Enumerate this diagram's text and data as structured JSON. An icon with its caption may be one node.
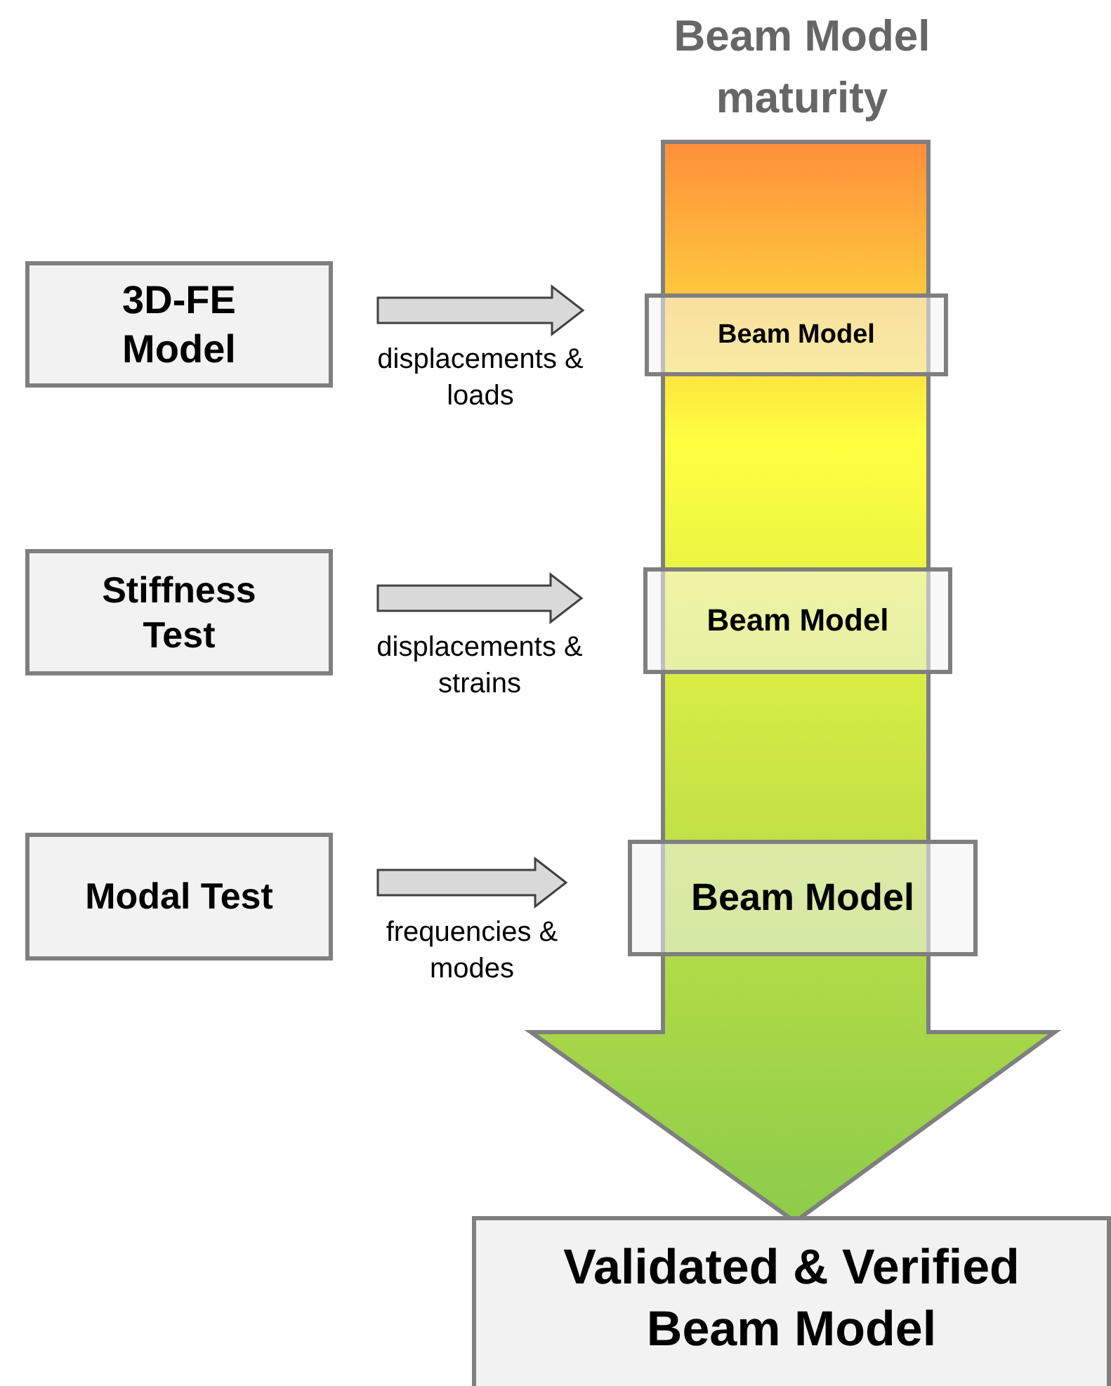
{
  "diagram": {
    "title": "Beam Model maturity",
    "nodes": [
      {
        "text": [
          "3D-FE Model"
        ]
      },
      {
        "text": [
          "Stiffness Test"
        ]
      },
      {
        "text": [
          "Modal Test"
        ]
      },
      {
        "text": [
          "Beam Model"
        ]
      },
      {
        "text": [
          "Beam Model"
        ]
      },
      {
        "text": [
          "Beam Model"
        ]
      },
      {
        "text": [
          "Validated & Verified Beam Model"
        ]
      }
    ],
    "edges": [
      {
        "from": 0,
        "to": 3,
        "arrow": "to",
        "label": "displacements & loads"
      },
      {
        "from": 1,
        "to": 4,
        "arrow": "to",
        "label": "displacements & strains"
      },
      {
        "from": 2,
        "to": 5,
        "arrow": "to",
        "label": "frequencies & modes"
      }
    ]
  }
}
